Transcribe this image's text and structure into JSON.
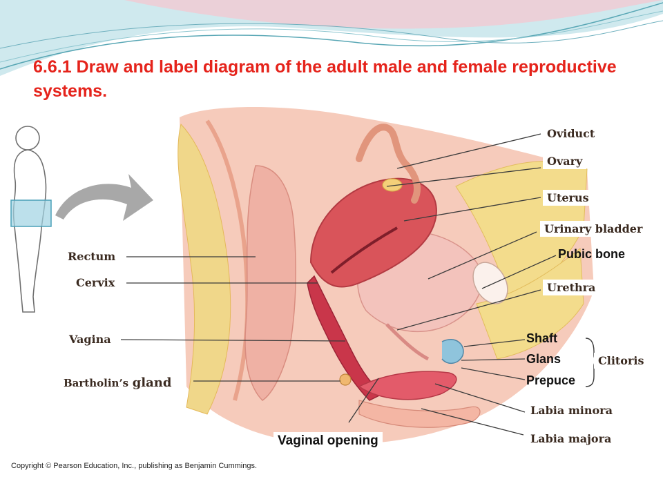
{
  "title": "6.6.1 Draw and label diagram of the adult male and female reproductive systems.",
  "labels": {
    "oviduct": "Oviduct",
    "ovary": "Ovary",
    "uterus": "Uterus",
    "urinary_bladder": "Urinary bladder",
    "pubic_bone": "Pubic bone",
    "urethra": "Urethra",
    "shaft": "Shaft",
    "glans": "Glans",
    "prepuce": "Prepuce",
    "clitoris": "Clitoris",
    "labia_minora": "Labia minora",
    "labia_majora": "Labia majora",
    "vaginal_opening": "Vaginal opening",
    "rectum": "Rectum",
    "cervix": "Cervix",
    "vagina": "Vagina",
    "bartholins_gland_a": "Bartholin’s",
    "bartholins_gland_b": "gland"
  },
  "copyright": "Copyright © Pearson Education, Inc., publishing as Benjamin Cummings.",
  "colors": {
    "title": "#e5231b",
    "tissue": "#f2b7a6",
    "muscle": "#d9545a",
    "fat": "#f3dc8c",
    "leader_line": "#3b3b3b",
    "highlight_box": "#9fd3e3"
  }
}
